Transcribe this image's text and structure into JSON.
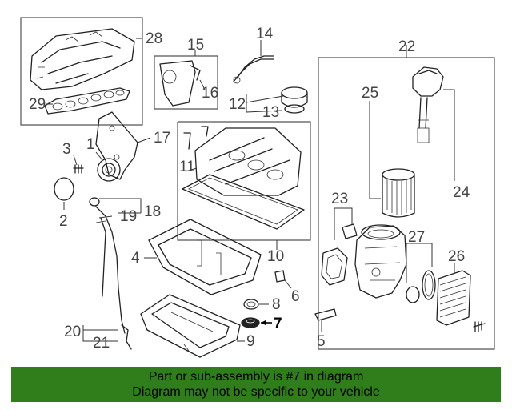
{
  "callouts": {
    "c1": "1",
    "c2": "2",
    "c3": "3",
    "c4": "4",
    "c5": "5",
    "c6": "6",
    "c7": "7",
    "c8": "8",
    "c9": "9",
    "c10": "10",
    "c11": "11",
    "c12": "12",
    "c13": "13",
    "c14": "14",
    "c15": "15",
    "c16": "16",
    "c17": "17",
    "c18": "18",
    "c19": "19",
    "c20": "20",
    "c21": "21",
    "c22": "22",
    "c23": "23",
    "c24": "24",
    "c25": "25",
    "c26": "26",
    "c27": "27",
    "c28": "28",
    "c29": "29"
  },
  "highlighted_part": "7",
  "banner": {
    "line1": "Part or sub-assembly is #7 in diagram",
    "line2": "Diagram may not be specific to your vehicle",
    "color": "#2f7d1b"
  }
}
